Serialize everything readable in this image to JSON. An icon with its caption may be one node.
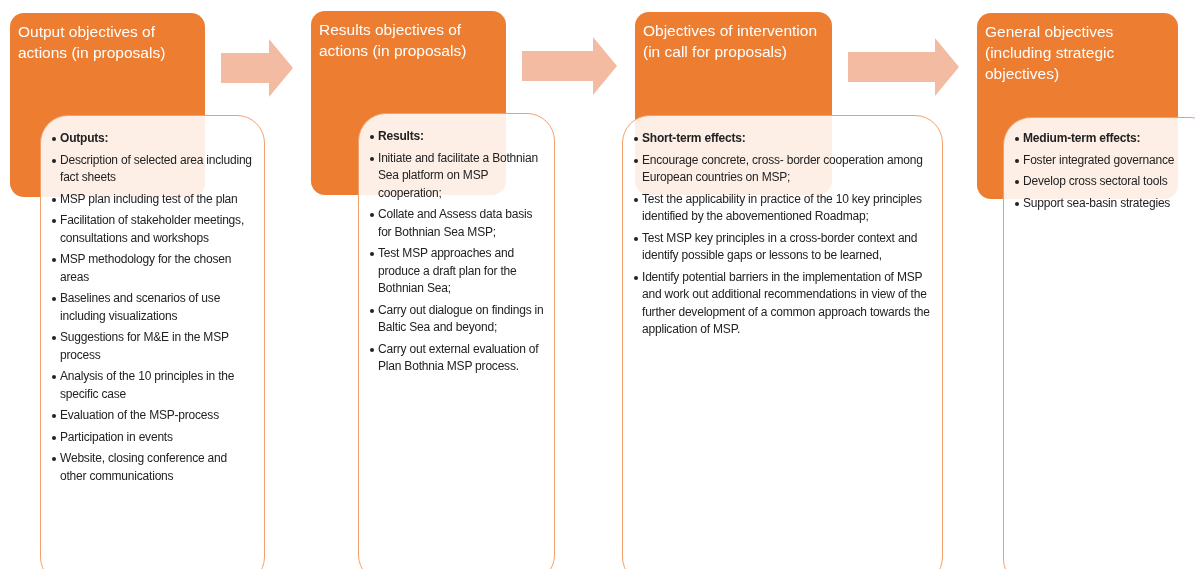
{
  "diagram": {
    "nodes": [
      {
        "text": [
          "Output objectives of actions (in proposals)"
        ]
      },
      {
        "text": [
          "Outputs:",
          "Description of selected area including fact sheets",
          "MSP plan including test of the plan",
          "Facilitation of stakeholder meetings, consultations and workshops",
          "MSP methodology for the chosen areas",
          "Baselines and scenarios of use including visualizations",
          "Suggestions for M&E in the MSP process",
          "Analysis of the 10 principles in the specific case",
          "Evaluation of the MSP-process",
          "Participation in events",
          "Website, closing conference and other communications"
        ]
      },
      {
        "text": [
          "Results objectives of actions (in proposals)"
        ]
      },
      {
        "text": [
          "Results:",
          "Initiate and facilitate a Bothnian Sea platform on MSP cooperation;",
          "Collate and Assess data basis for Bothnian Sea MSP;",
          "Test MSP approaches and produce a draft plan for the Bothnian Sea;",
          "Carry out dialogue on findings in Baltic Sea and beyond;",
          "Carry out external evaluation of Plan Bothnia MSP process."
        ]
      },
      {
        "text": [
          "Objectives of intervention (in call for proposals)"
        ]
      },
      {
        "text": [
          "Short-term effects:",
          "Encourage concrete, cross- border cooperation among European countries on MSP;",
          "Test the applicability in practice of the 10 key principles identified by the abovementioned Roadmap;",
          "Test MSP key principles in a cross-border context and identify possible gaps or lessons to be learned,",
          "Identify potential barriers in the implementation of MSP and work out additional recommendations in view of the further development of a common approach towards the application of MSP."
        ]
      },
      {
        "text": [
          "General objectives (including strategic objectives)"
        ]
      },
      {
        "text": [
          "Medium-term effects:",
          "Foster integrated governance",
          "Develop cross sectoral tools",
          "Support sea-basin strategies"
        ]
      }
    ],
    "edges": [
      {
        "from": 0,
        "to": 2,
        "arrow": "to"
      },
      {
        "from": 2,
        "to": 4,
        "arrow": "to"
      },
      {
        "from": 4,
        "to": 6,
        "arrow": "to"
      }
    ]
  }
}
